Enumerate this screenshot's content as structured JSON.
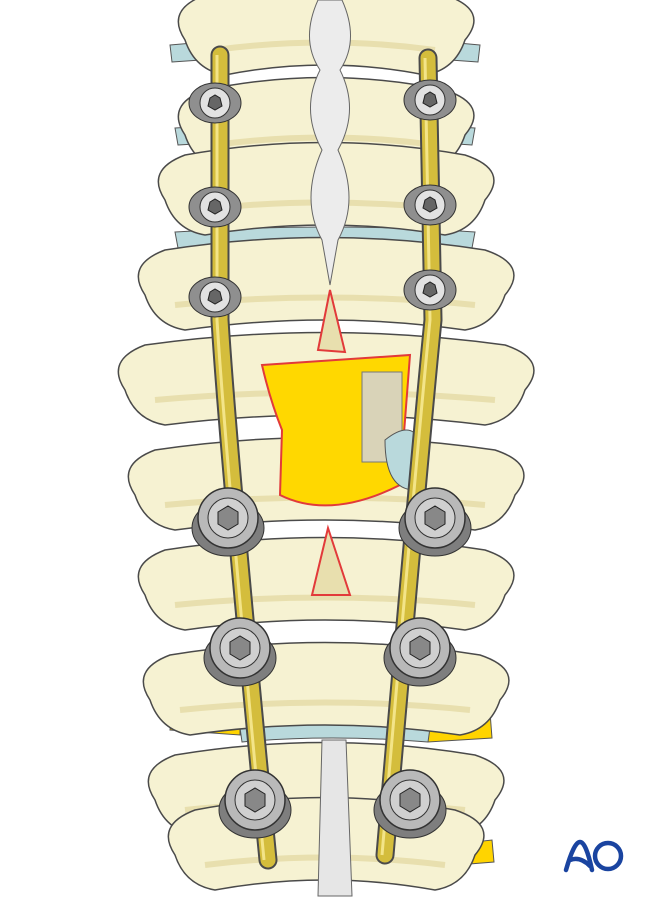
{
  "logo": {
    "text": "AO",
    "color": "#1a44a0"
  },
  "colors": {
    "bone": "#f6f2d2",
    "bone_shade": "#e8dfae",
    "outline": "#4a4a4a",
    "disc": "#b9d9dc",
    "rod": "#d4bd3c",
    "rod_highlight": "#f3e488",
    "screw": "#b9b9b9",
    "cage": "#ffd800",
    "cage_outline": "#e23a3a",
    "nerve": "#ffd400",
    "ligament": "#e6e6e6"
  },
  "illustration": {
    "upper_screws": [
      "left-1",
      "left-2",
      "left-3",
      "right-1",
      "right-2",
      "right-3"
    ],
    "lower_screws": [
      "left-4",
      "left-5",
      "left-6",
      "right-4",
      "right-5",
      "right-6"
    ]
  }
}
